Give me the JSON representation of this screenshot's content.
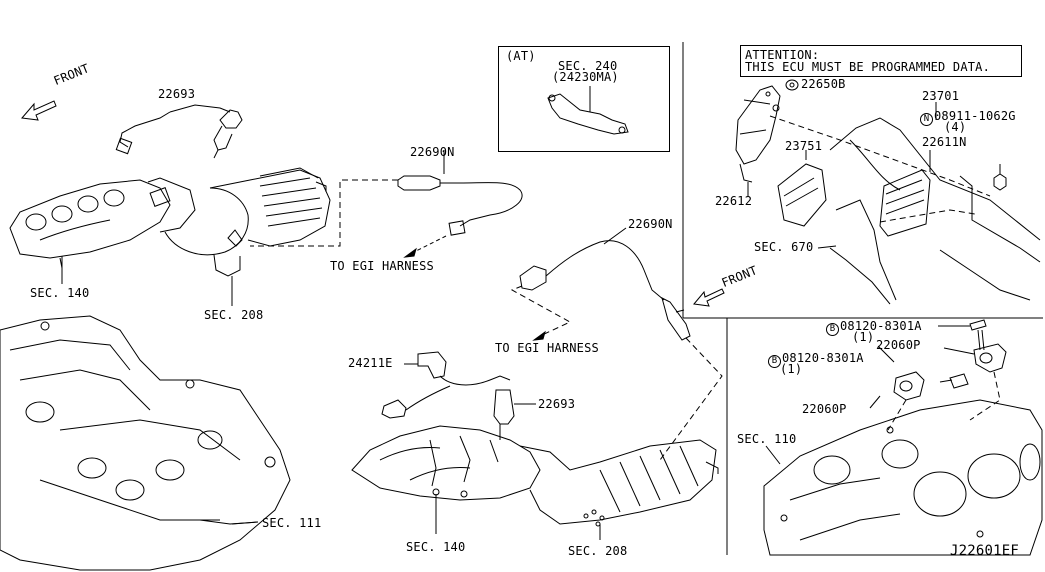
{
  "diagram": {
    "id_code": "J22601EF",
    "front_left": "FRONT",
    "front_right": "FRONT",
    "parts": {
      "p22693_top": "22693",
      "p22690n_top": "22690N",
      "p22690n_mid": "22690N",
      "p24211e": "24211E",
      "p22693_bottom": "22693",
      "p22650b": "22650B",
      "p23701": "23701",
      "p22612": "22612",
      "p23751": "23751",
      "p22611n": "22611N",
      "p22060p_top": "22060P",
      "p22060p_bottom": "22060P"
    },
    "bolts": {
      "n_bolt": "N",
      "n_bolt_num": "08911-1062G",
      "n_bolt_qty": "(4)",
      "b_bolt1": "B",
      "b_bolt1_num": "08120-8301A",
      "b_bolt1_qty": "(1)",
      "b_bolt2": "B",
      "b_bolt2_num": "08120-8301A",
      "b_bolt2_qty": "(1)"
    },
    "sections": {
      "sec140_top": "SEC. 140",
      "sec208_top": "SEC. 208",
      "sec240": "SEC. 240",
      "sec240_sub": "(24230MA)",
      "sec670": "SEC. 670",
      "sec111": "SEC. 111",
      "sec140_bottom": "SEC. 140",
      "sec208_bottom": "SEC. 208",
      "sec110": "SEC. 110"
    },
    "notes": {
      "at_tag": "(AT)",
      "harness_upper": "TO EGI HARNESS",
      "harness_lower": "TO EGI HARNESS",
      "attention_line1": "ATTENTION:",
      "attention_line2": "THIS ECU MUST BE PROGRAMMED DATA."
    }
  }
}
